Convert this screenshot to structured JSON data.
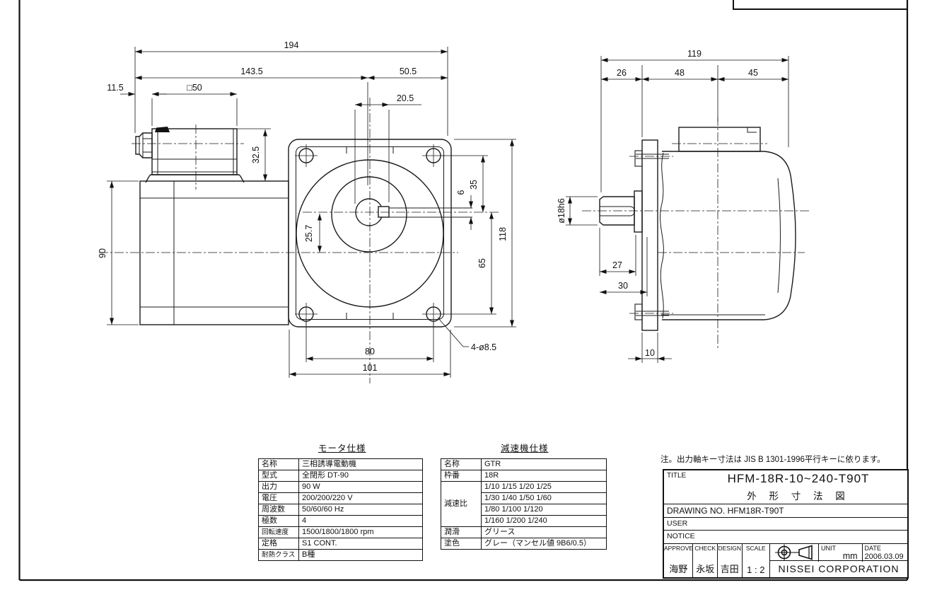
{
  "note": "注。出力軸キー寸法は JIS B 1301-1996平行キーに依ります。",
  "dims": {
    "front": {
      "total_width": "194",
      "upper_left": "143.5",
      "upper_right": "50.5",
      "offset_left": "11.5",
      "terminal_box": "□50",
      "box_height": "32.5",
      "key_offset": "20.5",
      "motor_od": "90",
      "center_offset": "25.7",
      "key_width": "6",
      "shaft_to_top": "35",
      "shaft_to_bottom": "65",
      "flange_height": "118",
      "bolt_pitch": "80",
      "flange_width": "101",
      "bolt_holes": "4-ø8.5"
    },
    "side": {
      "total_depth": "119",
      "shaft_ext": "26",
      "gear_depth": "48",
      "motor_depth": "45",
      "shaft_dia": "ø18h6",
      "key_length": "27",
      "shaft_length": "30",
      "flange_thickness": "10"
    }
  },
  "motor_table": {
    "title": "モータ仕様",
    "rows": [
      {
        "label": "名称",
        "value": "三相誘導電動機"
      },
      {
        "label": "型式",
        "value": "全閉形 DT-90"
      },
      {
        "label": "出力",
        "value": "90 W"
      },
      {
        "label": "電圧",
        "value": "200/200/220 V"
      },
      {
        "label": "周波数",
        "value": "50/60/60 Hz"
      },
      {
        "label": "極数",
        "value": "4"
      },
      {
        "label": "回転速度",
        "value": "1500/1800/1800 rpm"
      },
      {
        "label": "定格",
        "value": "S1 CONT."
      },
      {
        "label": "耐熱クラス",
        "value": "B種"
      }
    ]
  },
  "reducer_table": {
    "title": "減速機仕様",
    "name_label": "名称",
    "name": "GTR",
    "frame_label": "枠番",
    "frame": "18R",
    "ratio_label": "減速比",
    "ratios": [
      "1/10 1/15 1/20 1/25",
      "1/30 1/40 1/50 1/60",
      "1/80 1/100 1/120",
      "1/160 1/200 1/240"
    ],
    "lube_label": "潤滑",
    "lube": "グリース",
    "paint_label": "塗色",
    "paint": "グレー（マンセル値 9B6/0.5）"
  },
  "title_block": {
    "title_label": "TITLE",
    "title_line1": "HFM-18R-10~240-T90T",
    "title_line2": "外 形 寸 法 図",
    "drawing_no_label": "DRAWING NO.",
    "drawing_no": "HFM18R-T90T",
    "user_label": "USER",
    "notice_label": "NOTICE",
    "approve_label": "APPROVE",
    "approve": "海野",
    "check_label": "CHECK",
    "check": "永坂",
    "design_label": "DESIGN",
    "design": "吉田",
    "scale_label": "SCALE",
    "scale": "1 : 2",
    "unit_label": "UNIT",
    "unit": "mm",
    "date_label": "DATE",
    "date": "2006.03.09",
    "company": "NISSEI CORPORATION"
  }
}
